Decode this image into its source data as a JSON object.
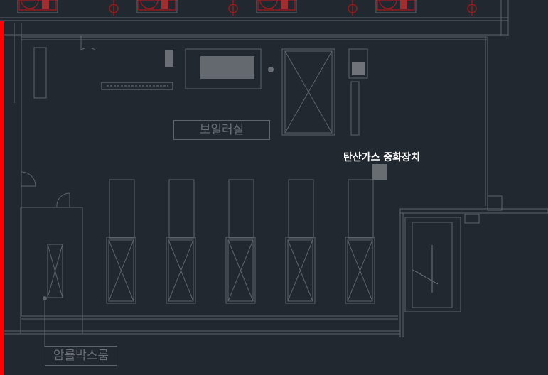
{
  "drawing": {
    "room_labels": {
      "boiler_room": "보일러실",
      "armroll_box_room": "암롤박스룸"
    },
    "annotation": "탄산가스 중화장치",
    "colors": {
      "background": "#212830",
      "line": "#5f646b",
      "equipment_red": "#b01818",
      "annotation_text": "#ffffff",
      "selection_bar": "#ff0000"
    },
    "tank_count": 5
  }
}
